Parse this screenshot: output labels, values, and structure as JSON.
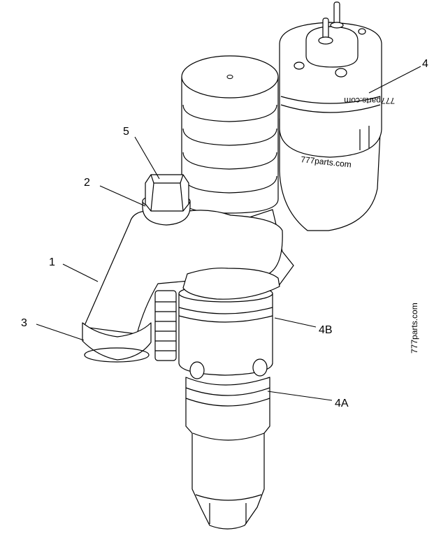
{
  "callouts": {
    "c1": "1",
    "c2": "2",
    "c3": "3",
    "c4": "4",
    "c4a": "4A",
    "c4b": "4B",
    "c5": "5"
  },
  "watermarks": {
    "mirrored": "777parts.com",
    "center": "777parts.com",
    "side": "777parts.com"
  }
}
